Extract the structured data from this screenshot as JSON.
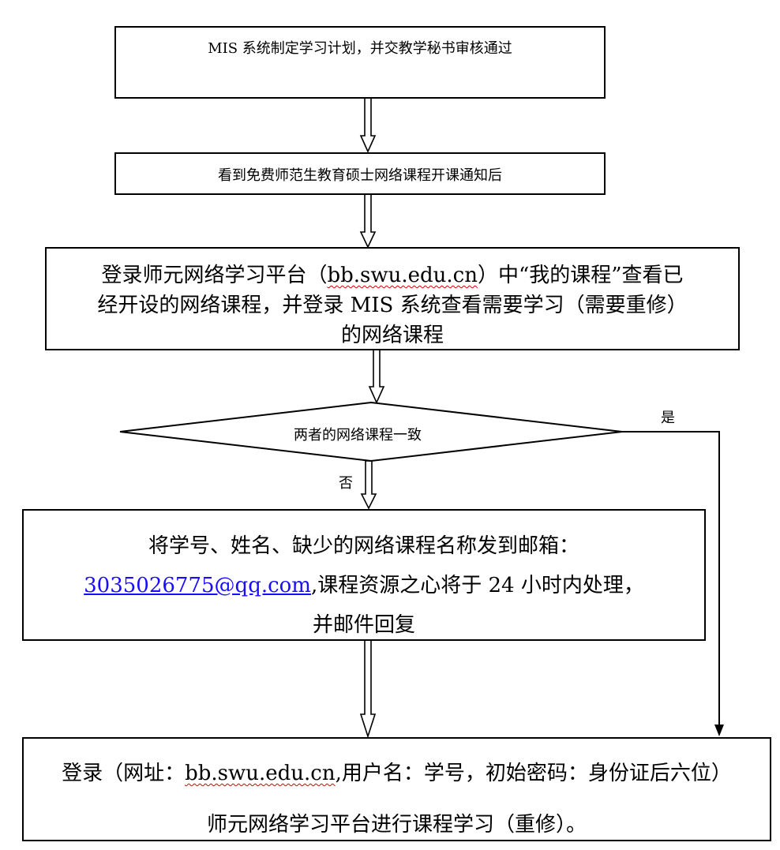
{
  "steps": {
    "step1": "MIS 系统制定学习计划，并交教学秘书审核通过",
    "step2": "看到免费师范生教育硕士网络课程开课通知后",
    "step3": {
      "line1_pre": "登录师元网络学习平台（",
      "line1_url": "bb.swu.edu.cn",
      "line1_post": "）中“我的课程”查看已",
      "line2": "经开设的网络课程，并登录 MIS 系统查看需要学习（需要重修）",
      "line3": "的网络课程"
    },
    "decision": "两者的网络课程一致",
    "yes_label": "是",
    "no_label": "否",
    "step4": {
      "line1": "将学号、姓名、缺少的网络课程名称发到邮箱：",
      "email": "3035026775@qq.com",
      "line2_post": ",课程资源之心将于 24 小时内处理，",
      "line3": "并邮件回复"
    },
    "step5": {
      "line1_pre": "登录（网址：",
      "line1_url": "bb.swu.edu.cn",
      "line1_post": ",用户名：学号，初始密码：身份证后六位）",
      "line2": "师元网络学习平台进行课程学习（重修）。"
    }
  }
}
